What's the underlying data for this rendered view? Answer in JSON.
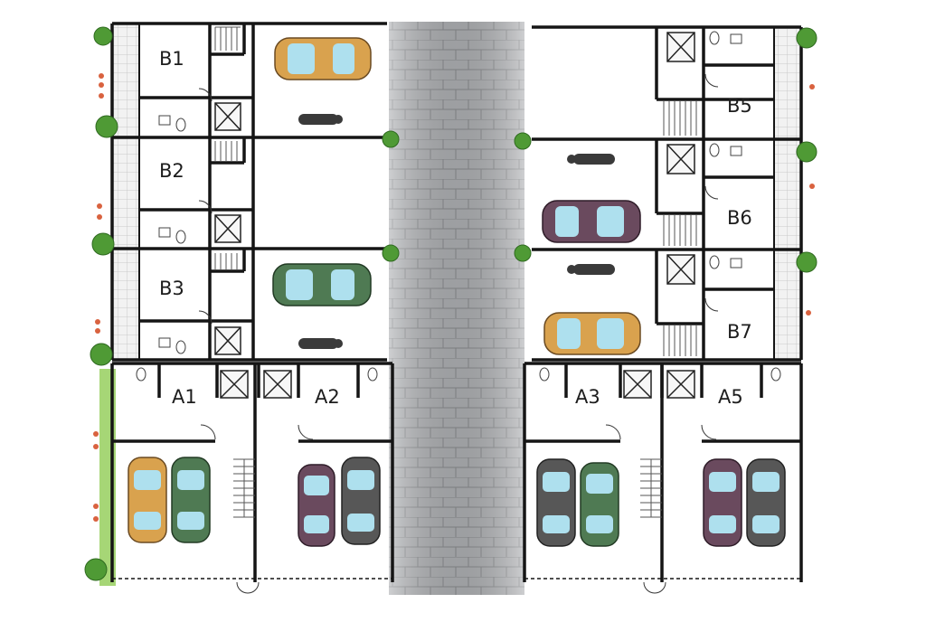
{
  "units": [
    {
      "id": "b1",
      "label": "B1"
    },
    {
      "id": "b2",
      "label": "B2"
    },
    {
      "id": "b3",
      "label": "B3"
    },
    {
      "id": "b5",
      "label": "B5"
    },
    {
      "id": "b6",
      "label": "B6"
    },
    {
      "id": "b7",
      "label": "B7"
    },
    {
      "id": "a1",
      "label": "A1"
    },
    {
      "id": "a2",
      "label": "A2"
    },
    {
      "id": "a3",
      "label": "A3"
    },
    {
      "id": "a5",
      "label": "A5"
    }
  ],
  "colors": {
    "wall": "#151515",
    "road": "#aeb0b3",
    "road_center": "#8f9194",
    "tile": "#cfcfcf",
    "grass": "#9fd16a",
    "foliage": "#4f9a35",
    "flower": "#d9623f",
    "car_gold": "#d9a24e",
    "car_green": "#4f7a53",
    "car_plum": "#6a4a5e",
    "car_grey": "#575757",
    "window": "#aee0ee"
  },
  "icons": [
    "car-icon",
    "motorbike-icon",
    "staircase-icon",
    "elevator-icon",
    "toilet-icon",
    "door-icon",
    "tree-icon"
  ]
}
